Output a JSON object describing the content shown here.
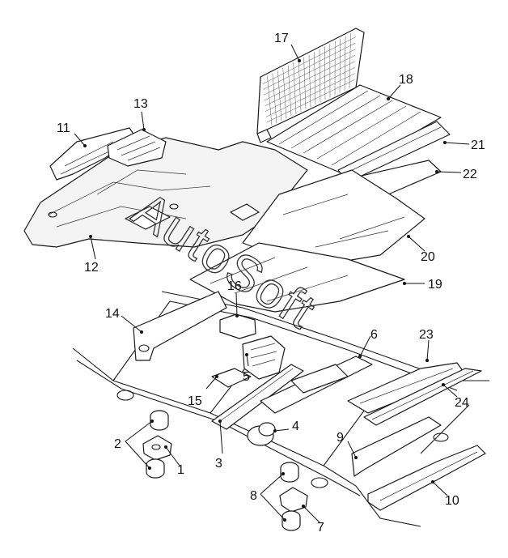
{
  "watermark": "AutoSoft",
  "callouts": [
    "1",
    "2",
    "3",
    "4",
    "5",
    "6",
    "7",
    "8",
    "9",
    "10",
    "11",
    "12",
    "13",
    "14",
    "15",
    "16",
    "17",
    "18",
    "19",
    "20",
    "21",
    "22",
    "23",
    "24"
  ]
}
